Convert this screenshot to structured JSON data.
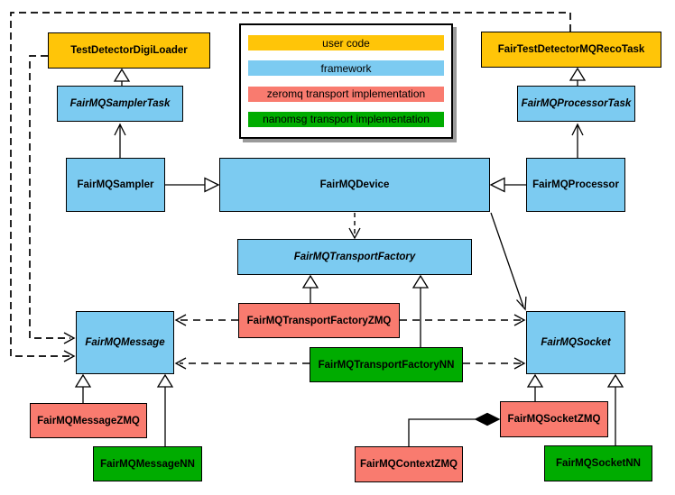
{
  "colors": {
    "user_code": "#FFC508",
    "framework": "#7CCBF1",
    "zeromq": "#F97B6F",
    "nanomsg": "#00AC00",
    "background": "#FFFFFF",
    "line": "#000000"
  },
  "legend": {
    "items": [
      {
        "label": "user code",
        "color": "#FFC508"
      },
      {
        "label": "framework",
        "color": "#7CCBF1"
      },
      {
        "label": "zeromq transport implementation",
        "color": "#F97B6F"
      },
      {
        "label": "nanomsg transport implementation",
        "color": "#00AC00"
      }
    ]
  },
  "nodes": {
    "digi_loader": {
      "label": "TestDetectorDigiLoader",
      "category": "user code"
    },
    "reco_task": {
      "label": "FairTestDetectorMQRecoTask",
      "category": "user code"
    },
    "sampler_task": {
      "label": "FairMQSamplerTask",
      "category": "framework",
      "abstract": true
    },
    "processor_task": {
      "label": "FairMQProcessorTask",
      "category": "framework",
      "abstract": true
    },
    "sampler": {
      "label": "FairMQSampler",
      "category": "framework"
    },
    "device": {
      "label": "FairMQDevice",
      "category": "framework"
    },
    "processor": {
      "label": "FairMQProcessor",
      "category": "framework"
    },
    "transport_factory": {
      "label": "FairMQTransportFactory",
      "category": "framework",
      "abstract": true
    },
    "transport_factory_zmq": {
      "label": "FairMQTransportFactoryZMQ",
      "category": "zeromq"
    },
    "transport_factory_nn": {
      "label": "FairMQTransportFactoryNN",
      "category": "nanomsg"
    },
    "message": {
      "label": "FairMQMessage",
      "category": "framework",
      "abstract": true
    },
    "socket": {
      "label": "FairMQSocket",
      "category": "framework",
      "abstract": true
    },
    "message_zmq": {
      "label": "FairMQMessageZMQ",
      "category": "zeromq"
    },
    "message_nn": {
      "label": "FairMQMessageNN",
      "category": "nanomsg"
    },
    "socket_zmq": {
      "label": "FairMQSocketZMQ",
      "category": "zeromq"
    },
    "socket_nn": {
      "label": "FairMQSocketNN",
      "category": "nanomsg"
    },
    "context_zmq": {
      "label": "FairMQContextZMQ",
      "category": "zeromq"
    }
  },
  "edges": [
    {
      "from": "sampler_task",
      "to": "digi_loader",
      "type": "inheritance-hollow-triangle"
    },
    {
      "from": "processor_task",
      "to": "reco_task",
      "type": "inheritance-hollow-triangle"
    },
    {
      "from": "sampler",
      "to": "sampler_task",
      "type": "generalization-open-arrow"
    },
    {
      "from": "processor",
      "to": "processor_task",
      "type": "generalization-open-arrow"
    },
    {
      "from": "sampler",
      "to": "device",
      "type": "inheritance-hollow-triangle"
    },
    {
      "from": "processor",
      "to": "device",
      "type": "inheritance-hollow-triangle"
    },
    {
      "from": "device",
      "to": "transport_factory",
      "type": "dashed-dependency"
    },
    {
      "from": "device",
      "to": "socket",
      "type": "solid-open-arrow"
    },
    {
      "from": "transport_factory_zmq",
      "to": "transport_factory",
      "type": "inheritance-hollow-triangle"
    },
    {
      "from": "transport_factory_nn",
      "to": "transport_factory",
      "type": "inheritance-hollow-triangle"
    },
    {
      "from": "transport_factory_zmq",
      "to": "message",
      "type": "dashed-dependency"
    },
    {
      "from": "transport_factory_zmq",
      "to": "socket",
      "type": "dashed-dependency"
    },
    {
      "from": "transport_factory_nn",
      "to": "message",
      "type": "dashed-dependency"
    },
    {
      "from": "transport_factory_nn",
      "to": "socket",
      "type": "dashed-dependency"
    },
    {
      "from": "digi_loader",
      "to": "message",
      "type": "dashed-dependency"
    },
    {
      "from": "reco_task",
      "to": "message",
      "type": "dashed-dependency"
    },
    {
      "from": "message_zmq",
      "to": "message",
      "type": "inheritance-hollow-triangle"
    },
    {
      "from": "message_nn",
      "to": "message",
      "type": "inheritance-hollow-triangle"
    },
    {
      "from": "socket_zmq",
      "to": "socket",
      "type": "inheritance-hollow-triangle"
    },
    {
      "from": "socket_nn",
      "to": "socket",
      "type": "inheritance-hollow-triangle"
    },
    {
      "from": "context_zmq",
      "to": "socket_zmq",
      "type": "composition-filled-diamond"
    }
  ]
}
